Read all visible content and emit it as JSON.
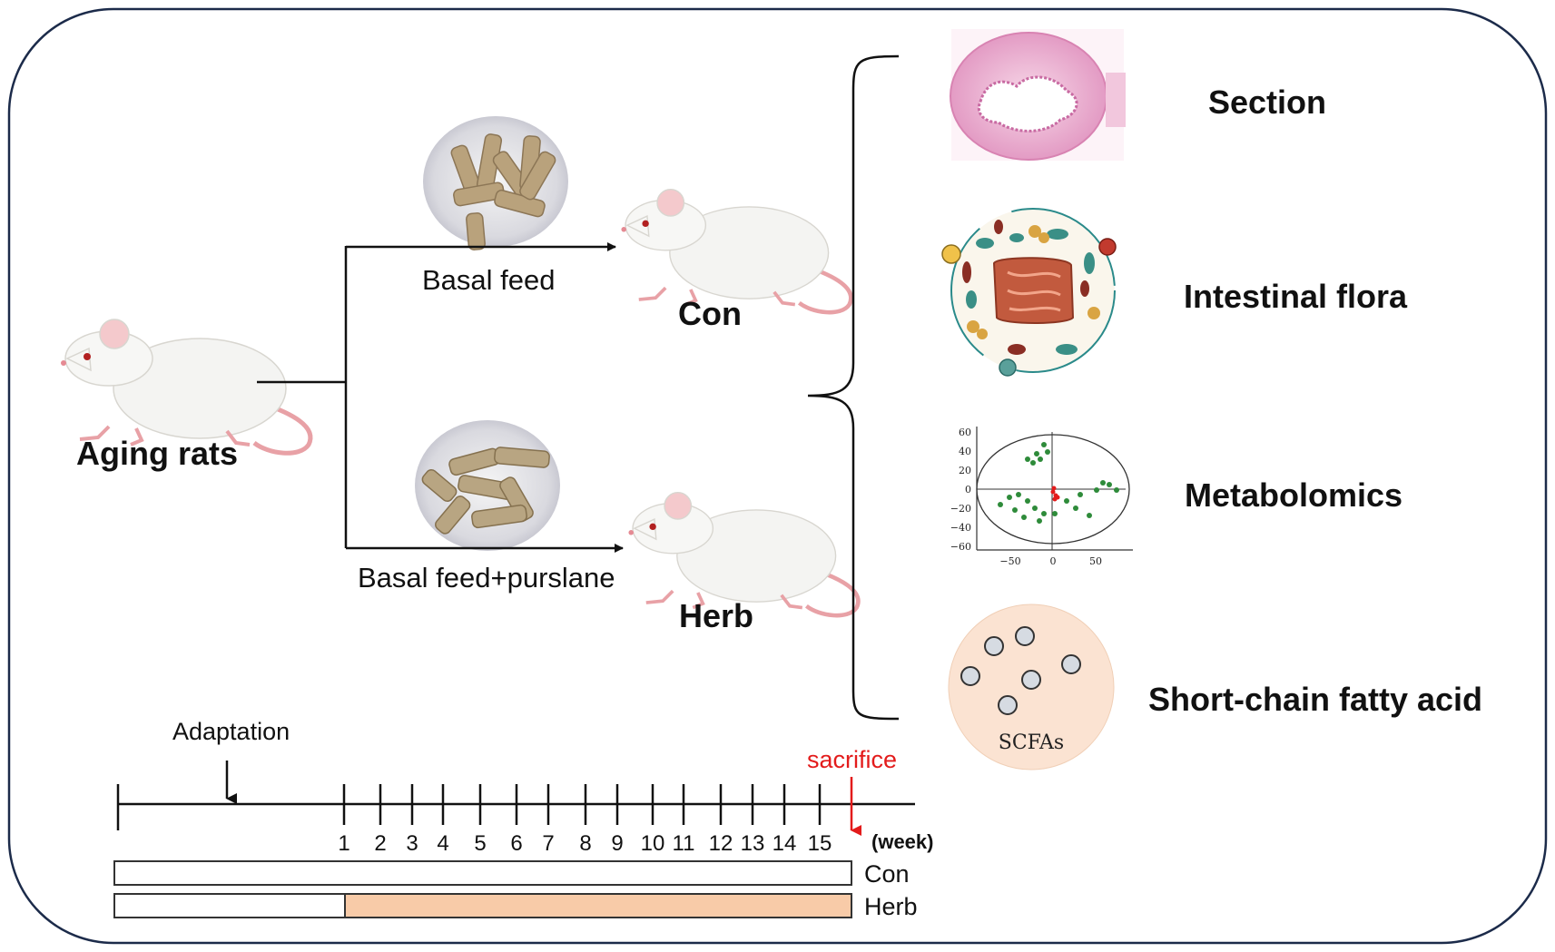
{
  "diagram": {
    "source_label": "Aging rats",
    "groups": [
      {
        "feed_label": "Basal feed",
        "group_label": "Con"
      },
      {
        "feed_label": "Basal feed+purslane",
        "group_label": "Herb"
      }
    ],
    "analyses": [
      {
        "label": "Section",
        "icon": "intestine-section-icon"
      },
      {
        "label": "Intestinal flora",
        "icon": "gut-microbiota-icon"
      },
      {
        "label": "Metabolomics",
        "icon": "pca-scatter-plot-icon"
      },
      {
        "label": "Short-chain fatty acid",
        "icon": "scfa-circle-icon",
        "icon_text": "SCFAs"
      }
    ],
    "pca_thumbnail": {
      "y_ticks": [
        "60",
        "40",
        "20",
        "0",
        "−20",
        "−40",
        "−60"
      ],
      "x_ticks": [
        "−50",
        "0",
        "50"
      ]
    }
  },
  "timeline": {
    "adaptation_label": "Adaptation",
    "sacrifice_label": "sacrifice",
    "weeks": [
      "1",
      "2",
      "3",
      "4",
      "5",
      "6",
      "7",
      "8",
      "9",
      "10",
      "11",
      "12",
      "13",
      "14",
      "15"
    ],
    "unit_label": "(week)",
    "bars": [
      {
        "label": "Con",
        "fill_color": "#ffffff",
        "treatment_start_week": null
      },
      {
        "label": "Herb",
        "fill_color": "#f8cba8",
        "treatment_start_week": 1
      }
    ]
  },
  "colors": {
    "border": "#1c2b4a",
    "sacrifice": "#e31b1b",
    "herb_bar": "#f8cba8",
    "scfa_circle": "#fbe3d2",
    "pca_points": "#2e8b3a",
    "pca_center": "#e31b1b"
  }
}
